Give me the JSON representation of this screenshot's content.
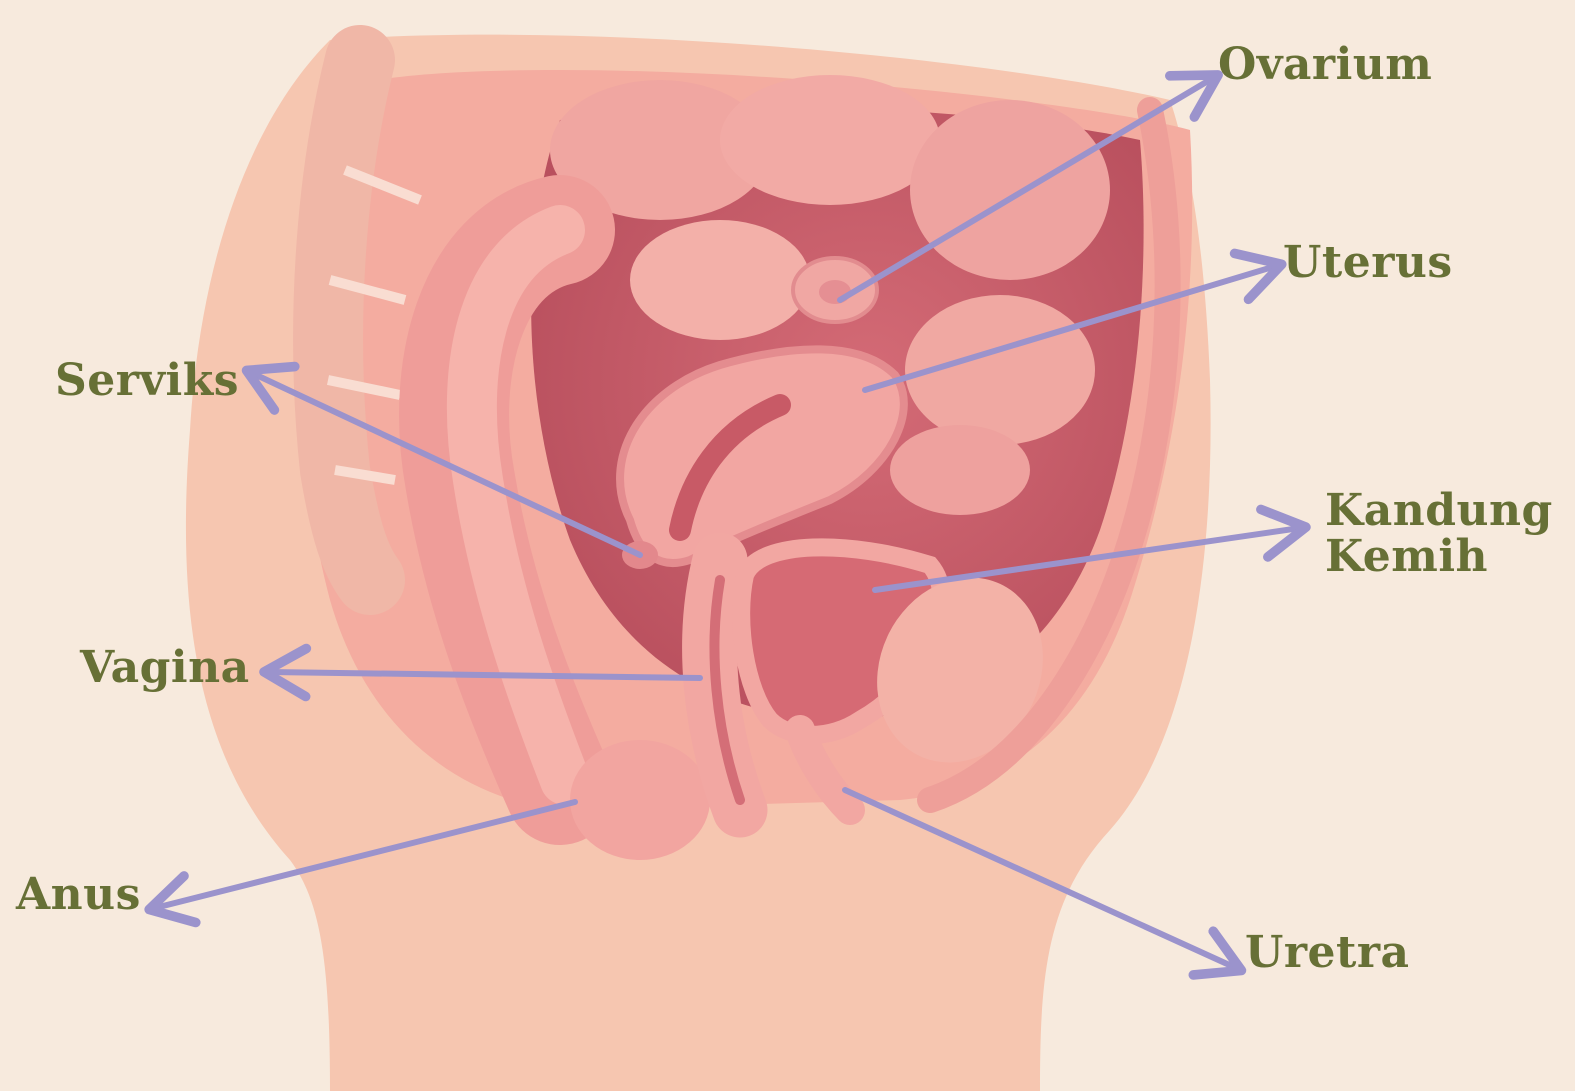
{
  "colors": {
    "background": "#f7eadd",
    "label_text": "#677036",
    "arrow": "#9b93cc",
    "skin": "#f6c6b0",
    "tissue_light": "#f2a9a0",
    "tissue_mid": "#e88a8d",
    "tissue_dark": "#c85c67"
  },
  "labels": {
    "ovarium": "Ovarium",
    "uterus": "Uterus",
    "serviks": "Serviks",
    "kandung_kemih_line1": "Kandung",
    "kandung_kemih_line2": "Kemih",
    "vagina": "Vagina",
    "anus": "Anus",
    "uretra": "Uretra"
  }
}
